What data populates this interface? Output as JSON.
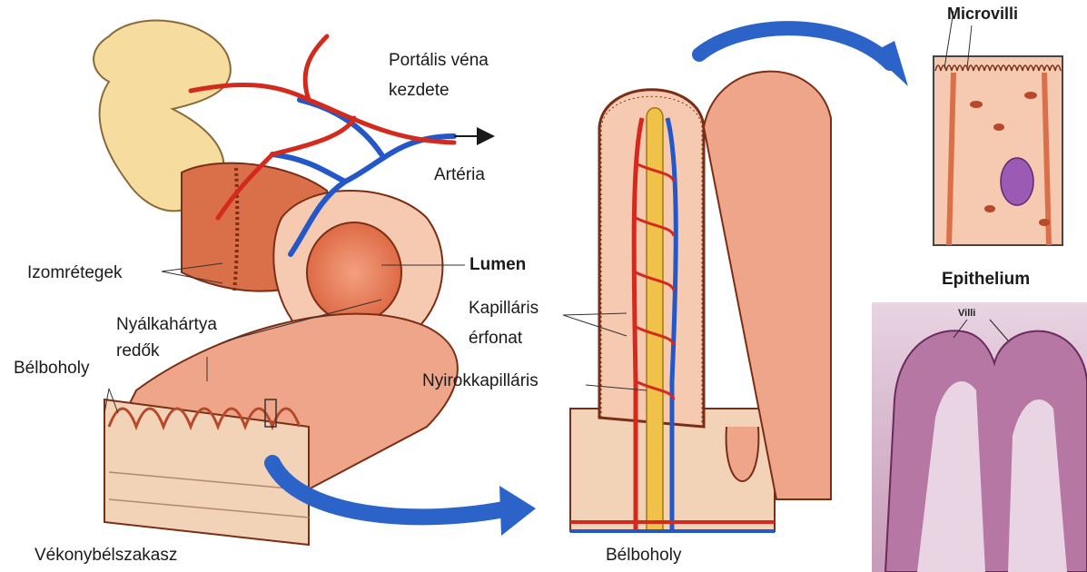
{
  "labels": {
    "portalis_line1": "Portális véna",
    "portalis_line2": "kezdete",
    "arteria": "Artéria",
    "izomretegek": "Izomrétegek",
    "lumen": "Lumen",
    "nyalkahartya_line1": "Nyálkahártya",
    "nyalkahartya_line2": "redők",
    "belboholy": "Bélboholy",
    "kapillaris_line1": "Kapilláris",
    "kapillaris_line2": "érfonat",
    "nyirokkapillaris": "Nyirokkapilláris",
    "vekonybelszakasz": "Vékonybélszakasz",
    "belboholy_caption": "Bélboholy",
    "microvilli": "Microvilli",
    "epithelium": "Epithelium",
    "villi": "Villi"
  },
  "colors": {
    "tissue_pink": "#efa58a",
    "tissue_light": "#f6c9b1",
    "muscle": "#d9704a",
    "vein_blue": "#2457c8",
    "artery_red": "#d42a1e",
    "lymph_yellow": "#f0c24a",
    "intestine_cream": "#f7dca0",
    "arrow_blue": "#2c63c9",
    "histology_purple": "#8a3f78"
  }
}
